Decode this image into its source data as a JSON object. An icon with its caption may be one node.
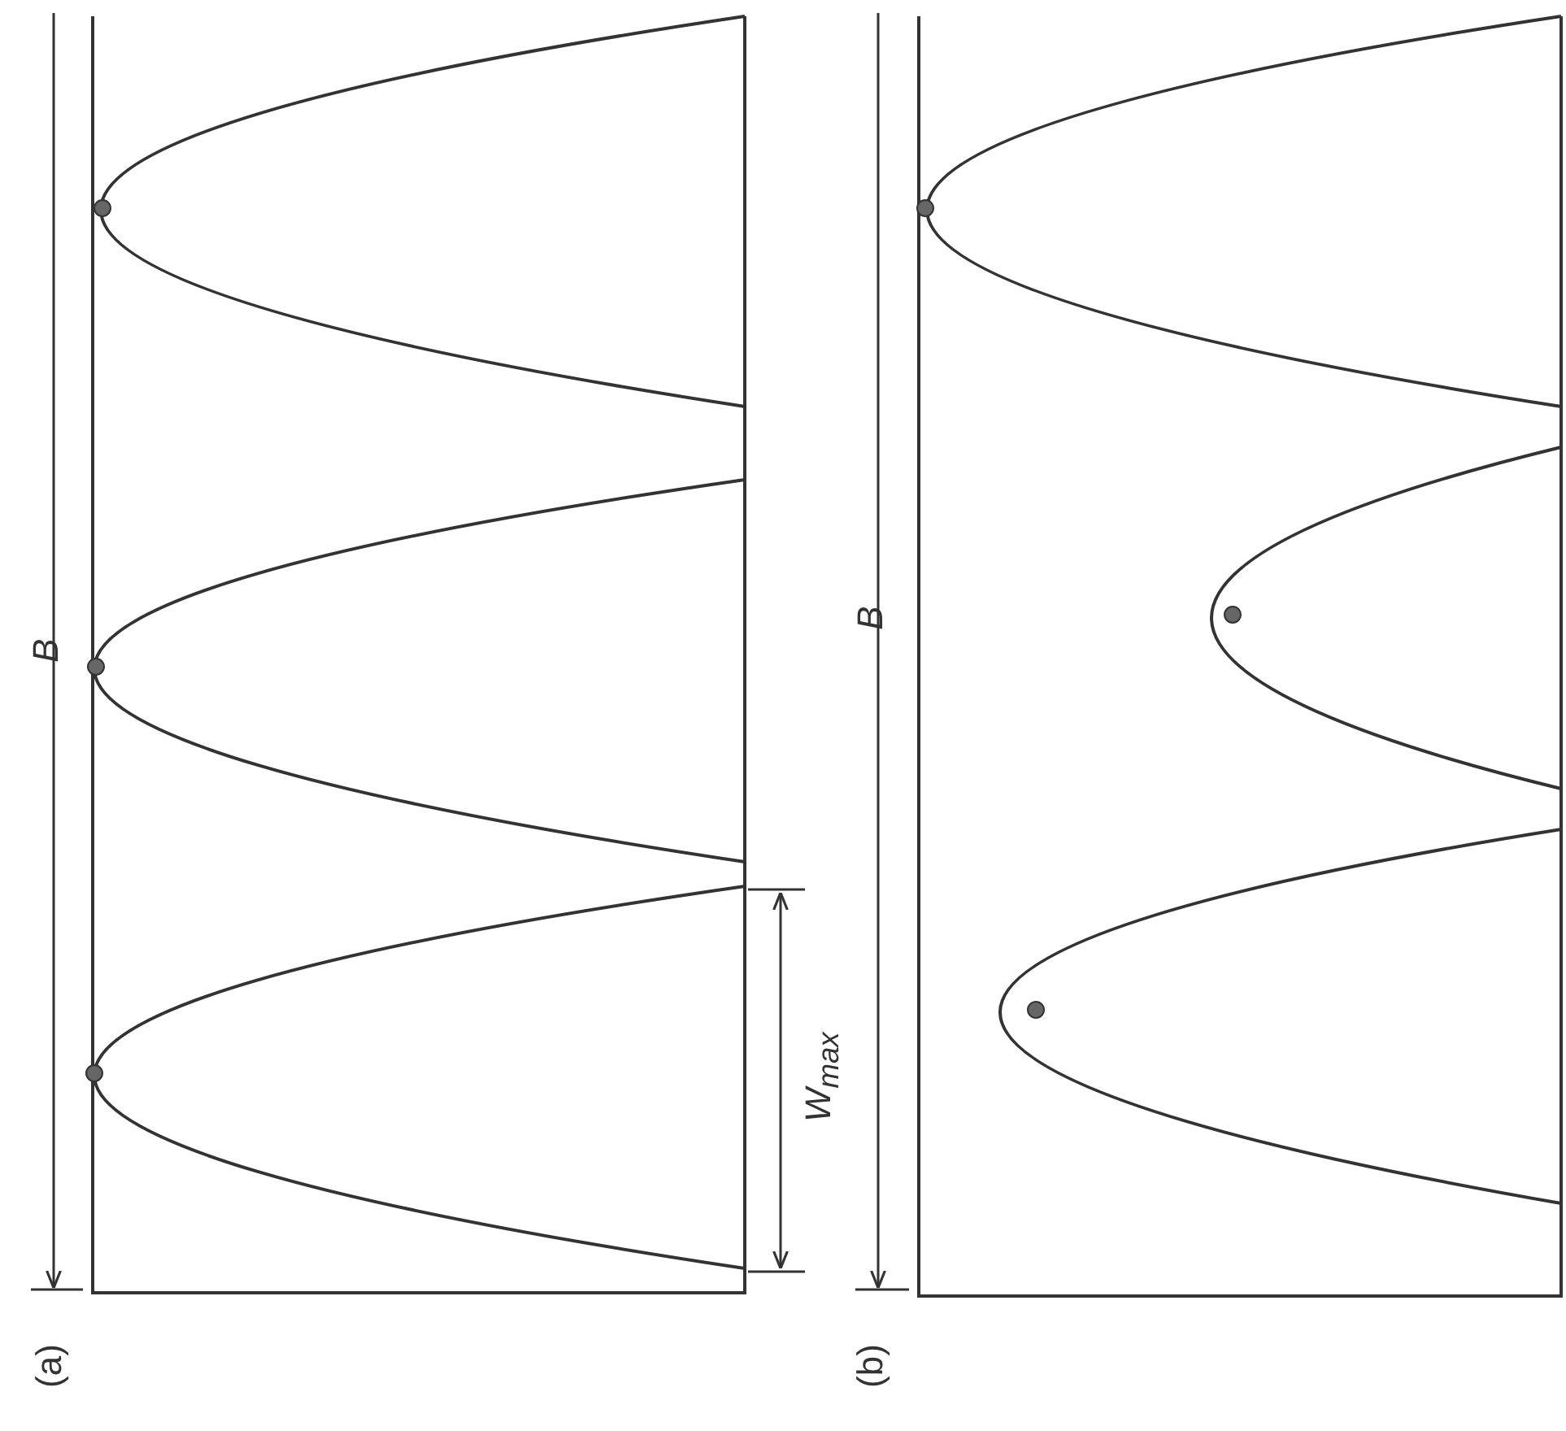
{
  "diagram": {
    "labels": [
      "(a)",
      "B",
      "W$_{max}$",
      "(b)",
      "B"
    ]
  }
}
